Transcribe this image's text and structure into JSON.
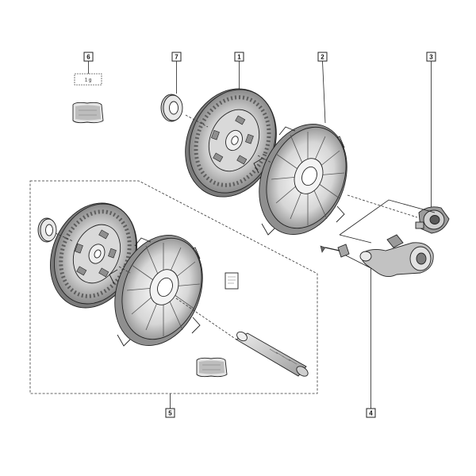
{
  "diagram": {
    "callouts": [
      {
        "id": "callout-1",
        "label": "1"
      },
      {
        "id": "callout-2",
        "label": "2"
      },
      {
        "id": "callout-3",
        "label": "3"
      },
      {
        "id": "callout-4",
        "label": "4"
      },
      {
        "id": "callout-5",
        "label": "5"
      },
      {
        "id": "callout-6",
        "label": "6"
      },
      {
        "id": "callout-7",
        "label": "7"
      }
    ],
    "grease_quantity": "1 g",
    "parts": [
      "clutch-disc",
      "pressure-plate",
      "release-bearing",
      "release-fork-bolt",
      "clutch-kit",
      "grease-sachet",
      "pilot-bearing"
    ],
    "colors": {
      "line": "#222222",
      "face_dark": "#6b6b6b",
      "face_mid": "#a9a9a9",
      "face_light": "#dcdcdc",
      "background": "#ffffff"
    }
  }
}
